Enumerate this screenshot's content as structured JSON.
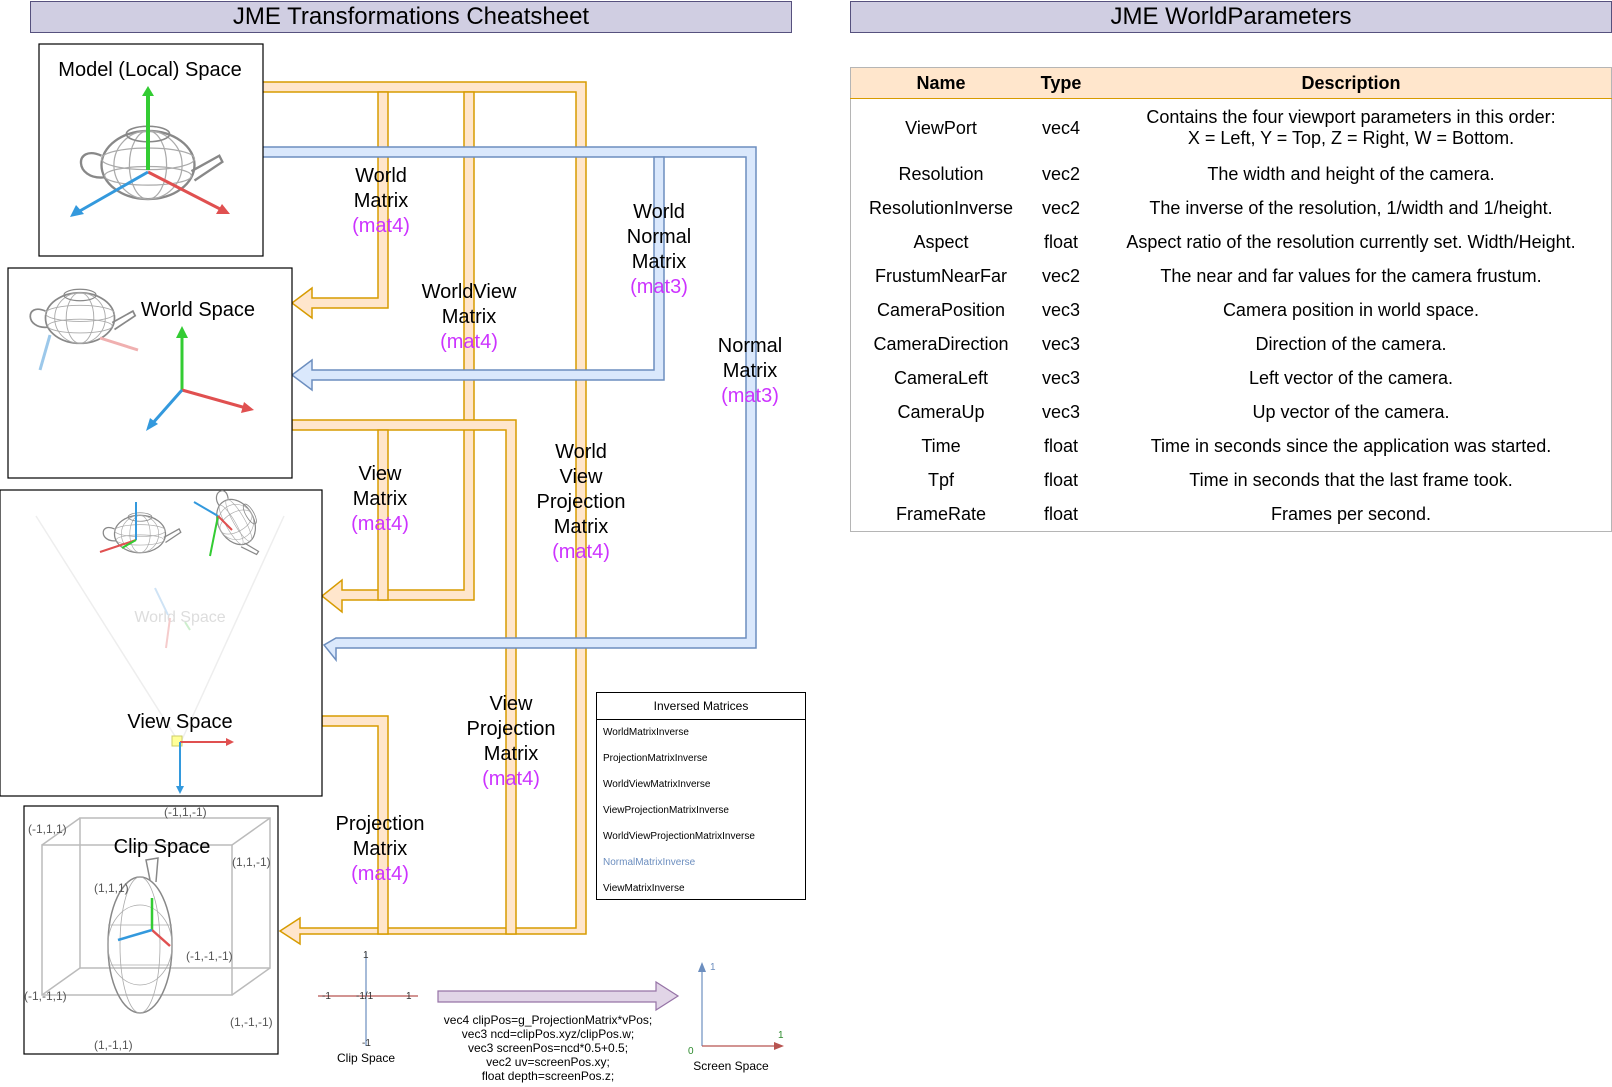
{
  "left_header": "JME Transformations Cheatsheet",
  "right_header": "JME WorldParameters",
  "spaces": {
    "model": "Model (Local) Space",
    "world": "World Space",
    "world_ghost": "World Space",
    "view": "View Space",
    "clip": "Clip Space"
  },
  "clip_corners": [
    "(-1,1,1)",
    "(-1,1,-1)",
    "(1,1,-1)",
    "(1,1,1)",
    "(-1,-1,-1)",
    "(-1,-1,1)",
    "(1,-1,-1)",
    "(1,-1,1)"
  ],
  "matrices": {
    "world": [
      "World",
      "Matrix",
      "(mat4)"
    ],
    "world_normal": [
      "World",
      "Normal",
      "Matrix",
      "(mat3)"
    ],
    "world_view": [
      "WorldView",
      "Matrix",
      "(mat4)"
    ],
    "normal": [
      "Normal",
      "Matrix",
      "(mat3)"
    ],
    "view": [
      "View",
      "Matrix",
      "(mat4)"
    ],
    "world_view_projection": [
      "World",
      "View",
      "Projection",
      "Matrix",
      "(mat4)"
    ],
    "view_projection": [
      "View",
      "Projection",
      "Matrix",
      "(mat4)"
    ],
    "projection": [
      "Projection",
      "Matrix",
      "(mat4)"
    ]
  },
  "inversed": {
    "title": "Inversed Matrices",
    "items": [
      {
        "label": "WorldMatrixInverse",
        "color": "#000000"
      },
      {
        "label": "ProjectionMatrixInverse",
        "color": "#000000"
      },
      {
        "label": "WorldViewMatrixInverse",
        "color": "#000000"
      },
      {
        "label": "ViewProjectionMatrixInverse",
        "color": "#000000"
      },
      {
        "label": "WorldViewProjectionMatrixInverse",
        "color": "#000000"
      },
      {
        "label": "NormalMatrixInverse",
        "color": "#6c8ebf"
      },
      {
        "label": "ViewMatrixInverse",
        "color": "#000000"
      }
    ]
  },
  "clip_axis": {
    "left": "-1",
    "center": "-1/1",
    "right": "1",
    "top": "1",
    "bottom": "-1",
    "label": "Clip Space"
  },
  "screen_axis": {
    "origin": "0",
    "x": "1",
    "y": "1",
    "label": "Screen Space"
  },
  "code_lines": [
    "vec4 clipPos=g_ProjectionMatrix*vPos;",
    "vec3 ncd=clipPos.xyz/clipPos.w;",
    "vec3 screenPos=ncd*0.5+0.5;",
    "vec2 uv=screenPos.xy;",
    "float depth=screenPos.z;"
  ],
  "table": {
    "headers": [
      "Name",
      "Type",
      "Description"
    ],
    "rows": [
      {
        "name": "ViewPort",
        "type": "vec4",
        "desc": [
          "Contains the four viewport parameters in this order:",
          "X = Left, Y = Top, Z = Right, W = Bottom."
        ]
      },
      {
        "name": "Resolution",
        "type": "vec2",
        "desc": [
          "The width and height of the camera."
        ]
      },
      {
        "name": "ResolutionInverse",
        "type": "vec2",
        "desc": [
          "The inverse of the resolution, 1/width and 1/height."
        ]
      },
      {
        "name": "Aspect",
        "type": "float",
        "desc": [
          "Aspect ratio of the resolution currently set. Width/Height."
        ]
      },
      {
        "name": "FrustumNearFar",
        "type": "vec2",
        "desc": [
          "The near and far values for the camera frustum."
        ]
      },
      {
        "name": "CameraPosition",
        "type": "vec3",
        "desc": [
          "Camera position in world space."
        ]
      },
      {
        "name": "CameraDirection",
        "type": "vec3",
        "desc": [
          "Direction of the camera."
        ]
      },
      {
        "name": "CameraLeft",
        "type": "vec3",
        "desc": [
          "Left vector of the camera."
        ]
      },
      {
        "name": "CameraUp",
        "type": "vec3",
        "desc": [
          "Up vector of the camera."
        ]
      },
      {
        "name": "Time",
        "type": "float",
        "desc": [
          "Time in seconds since the application was started."
        ]
      },
      {
        "name": "Tpf",
        "type": "float",
        "desc": [
          "Time in seconds that the last frame took."
        ]
      },
      {
        "name": "FrameRate",
        "type": "float",
        "desc": [
          "Frames per second."
        ]
      }
    ]
  },
  "colors": {
    "orange_fill": "#ffe6cc",
    "orange_stroke": "#d79b00",
    "blue_fill": "#dae8fc",
    "blue_stroke": "#6c8ebf",
    "purple_fill": "#e1d5e7",
    "purple_stroke": "#9673a6",
    "magenta": "#cc33ff"
  }
}
